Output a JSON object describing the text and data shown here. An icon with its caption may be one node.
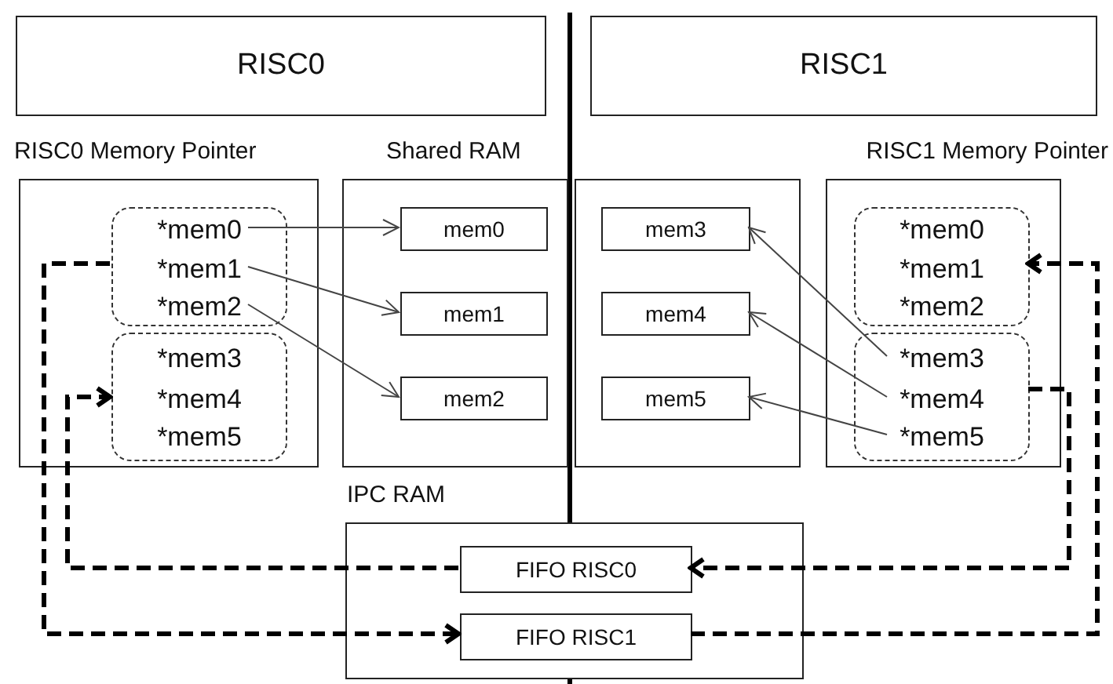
{
  "diagram": {
    "nodes": [
      {
        "text": [
          "RISC0"
        ]
      },
      {
        "text": [
          "RISC1"
        ]
      },
      {
        "text": [
          "RISC0 Memory Pointer"
        ]
      },
      {
        "text": [],
        "shape": "box",
        "in": 2
      },
      {
        "text": [
          "*mem0"
        ],
        "in": 3
      },
      {
        "text": [
          "*mem1"
        ],
        "in": 3
      },
      {
        "text": [
          "*mem2"
        ],
        "in": 3
      },
      {
        "text": [],
        "shape": "box",
        "in": 2
      },
      {
        "text": [
          "*mem3"
        ],
        "in": 7
      },
      {
        "text": [
          "*mem4"
        ],
        "in": 7
      },
      {
        "text": [
          "*mem5"
        ],
        "in": 7
      },
      {
        "text": [
          "Shared RAM"
        ]
      },
      {
        "text": [
          "mem0"
        ],
        "in": 11
      },
      {
        "text": [
          "mem1"
        ],
        "in": 11
      },
      {
        "text": [
          "mem2"
        ],
        "in": 11
      },
      {
        "text": [],
        "shape": "box"
      },
      {
        "text": [
          "mem3"
        ],
        "in": 15
      },
      {
        "text": [
          "mem4"
        ],
        "in": 15
      },
      {
        "text": [
          "mem5"
        ],
        "in": 15
      },
      {
        "text": [
          "RISC1 Memory Pointer"
        ]
      },
      {
        "text": [],
        "shape": "box",
        "in": 19
      },
      {
        "text": [
          "*mem0"
        ],
        "in": 20
      },
      {
        "text": [
          "*mem1"
        ],
        "in": 20
      },
      {
        "text": [
          "*mem2"
        ],
        "in": 20
      },
      {
        "text": [],
        "shape": "box",
        "in": 19
      },
      {
        "text": [
          "*mem3"
        ],
        "in": 24
      },
      {
        "text": [
          "*mem4"
        ],
        "in": 24
      },
      {
        "text": [
          "*mem5"
        ],
        "in": 24
      },
      {
        "text": [
          "IPC RAM"
        ]
      },
      {
        "text": [
          "FIFO RISC0"
        ],
        "in": 28
      },
      {
        "text": [
          "FIFO RISC1"
        ],
        "in": 28
      }
    ],
    "edges": [
      {
        "from": 4,
        "to": 12,
        "arrow": "to"
      },
      {
        "from": 5,
        "to": 13,
        "arrow": "to"
      },
      {
        "from": 6,
        "to": 14,
        "arrow": "to"
      },
      {
        "from": 25,
        "to": 16,
        "arrow": "to"
      },
      {
        "from": 26,
        "to": 17,
        "arrow": "to"
      },
      {
        "from": 27,
        "to": 18,
        "arrow": "to"
      },
      {
        "from": 3,
        "to": 30,
        "arrow": "to",
        "style": "dashed"
      },
      {
        "from": 29,
        "to": 7,
        "arrow": "to",
        "style": "dashed"
      },
      {
        "from": 24,
        "to": 29,
        "arrow": "to",
        "style": "dashed"
      },
      {
        "from": 30,
        "to": 20,
        "arrow": "to",
        "style": "dashed"
      }
    ]
  }
}
